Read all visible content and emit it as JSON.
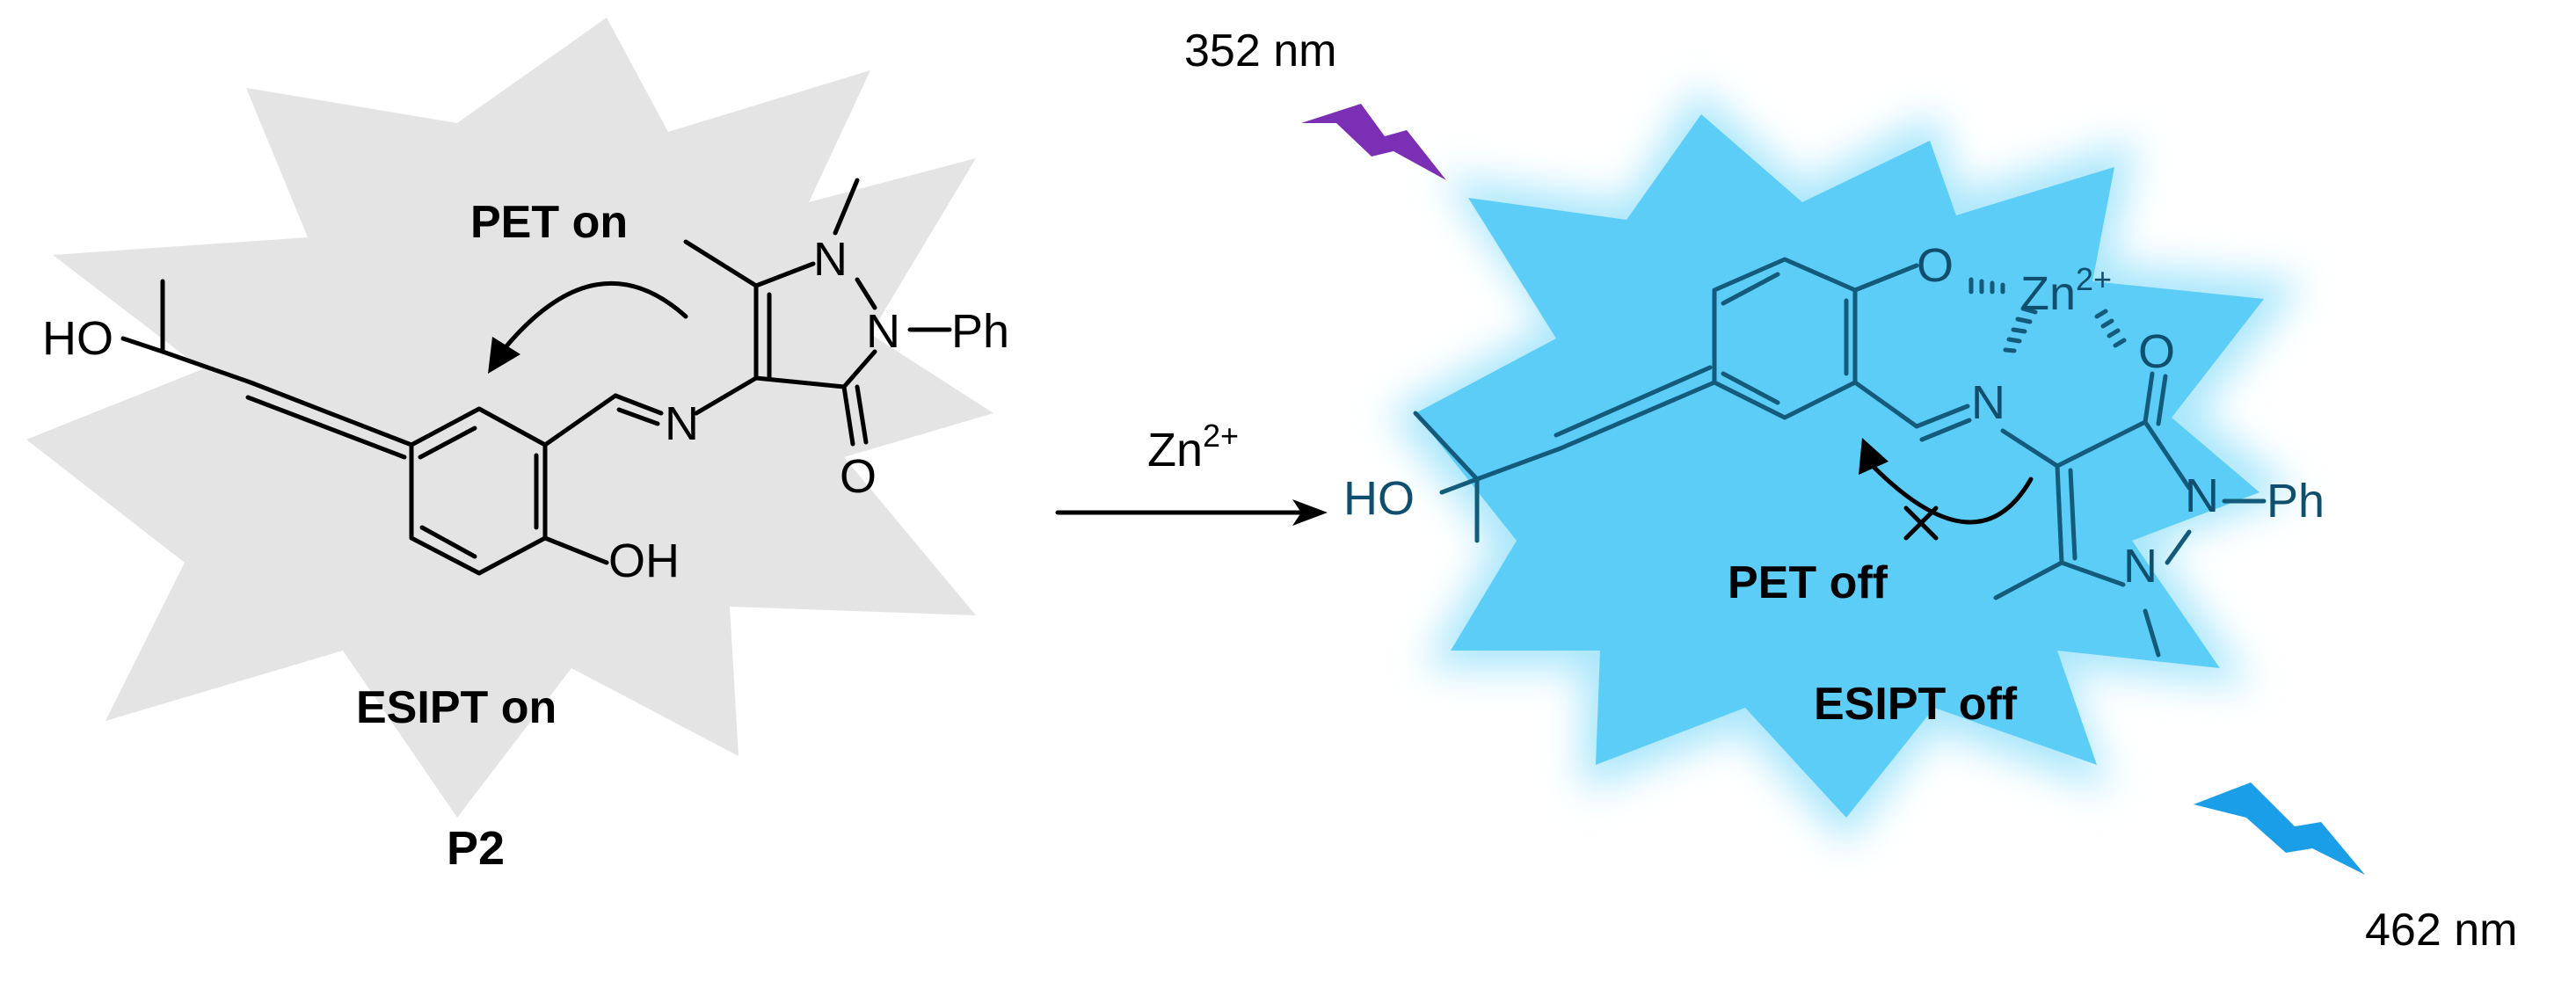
{
  "figure": {
    "left": {
      "label_pet": "PET on",
      "label_esipt": "ESIPT on",
      "compound": "P2",
      "atoms": {
        "ho": "HO",
        "oh": "OH",
        "n_imine": "N",
        "n1": "N",
        "n2": "N",
        "ph": "Ph",
        "o": "O"
      }
    },
    "reaction": {
      "reagent": "Zn",
      "reagent_charge": "2+"
    },
    "right": {
      "excitation": "352 nm",
      "emission": "462 nm",
      "label_pet": "PET off",
      "label_esipt": "ESIPT off",
      "atoms": {
        "ho": "HO",
        "o_phenol": "O",
        "zn": "Zn",
        "zn_charge": "2+",
        "n_imine": "N",
        "n1": "N",
        "n2": "N",
        "ph": "Ph",
        "o": "O"
      }
    },
    "colors": {
      "burst_left": "#e4e4e4",
      "burst_right": "#5ccdf6",
      "glow_right": "#a9e6fb",
      "bolt_excitation": "#7a2fb5",
      "bolt_emission": "#1a9ee8"
    }
  }
}
